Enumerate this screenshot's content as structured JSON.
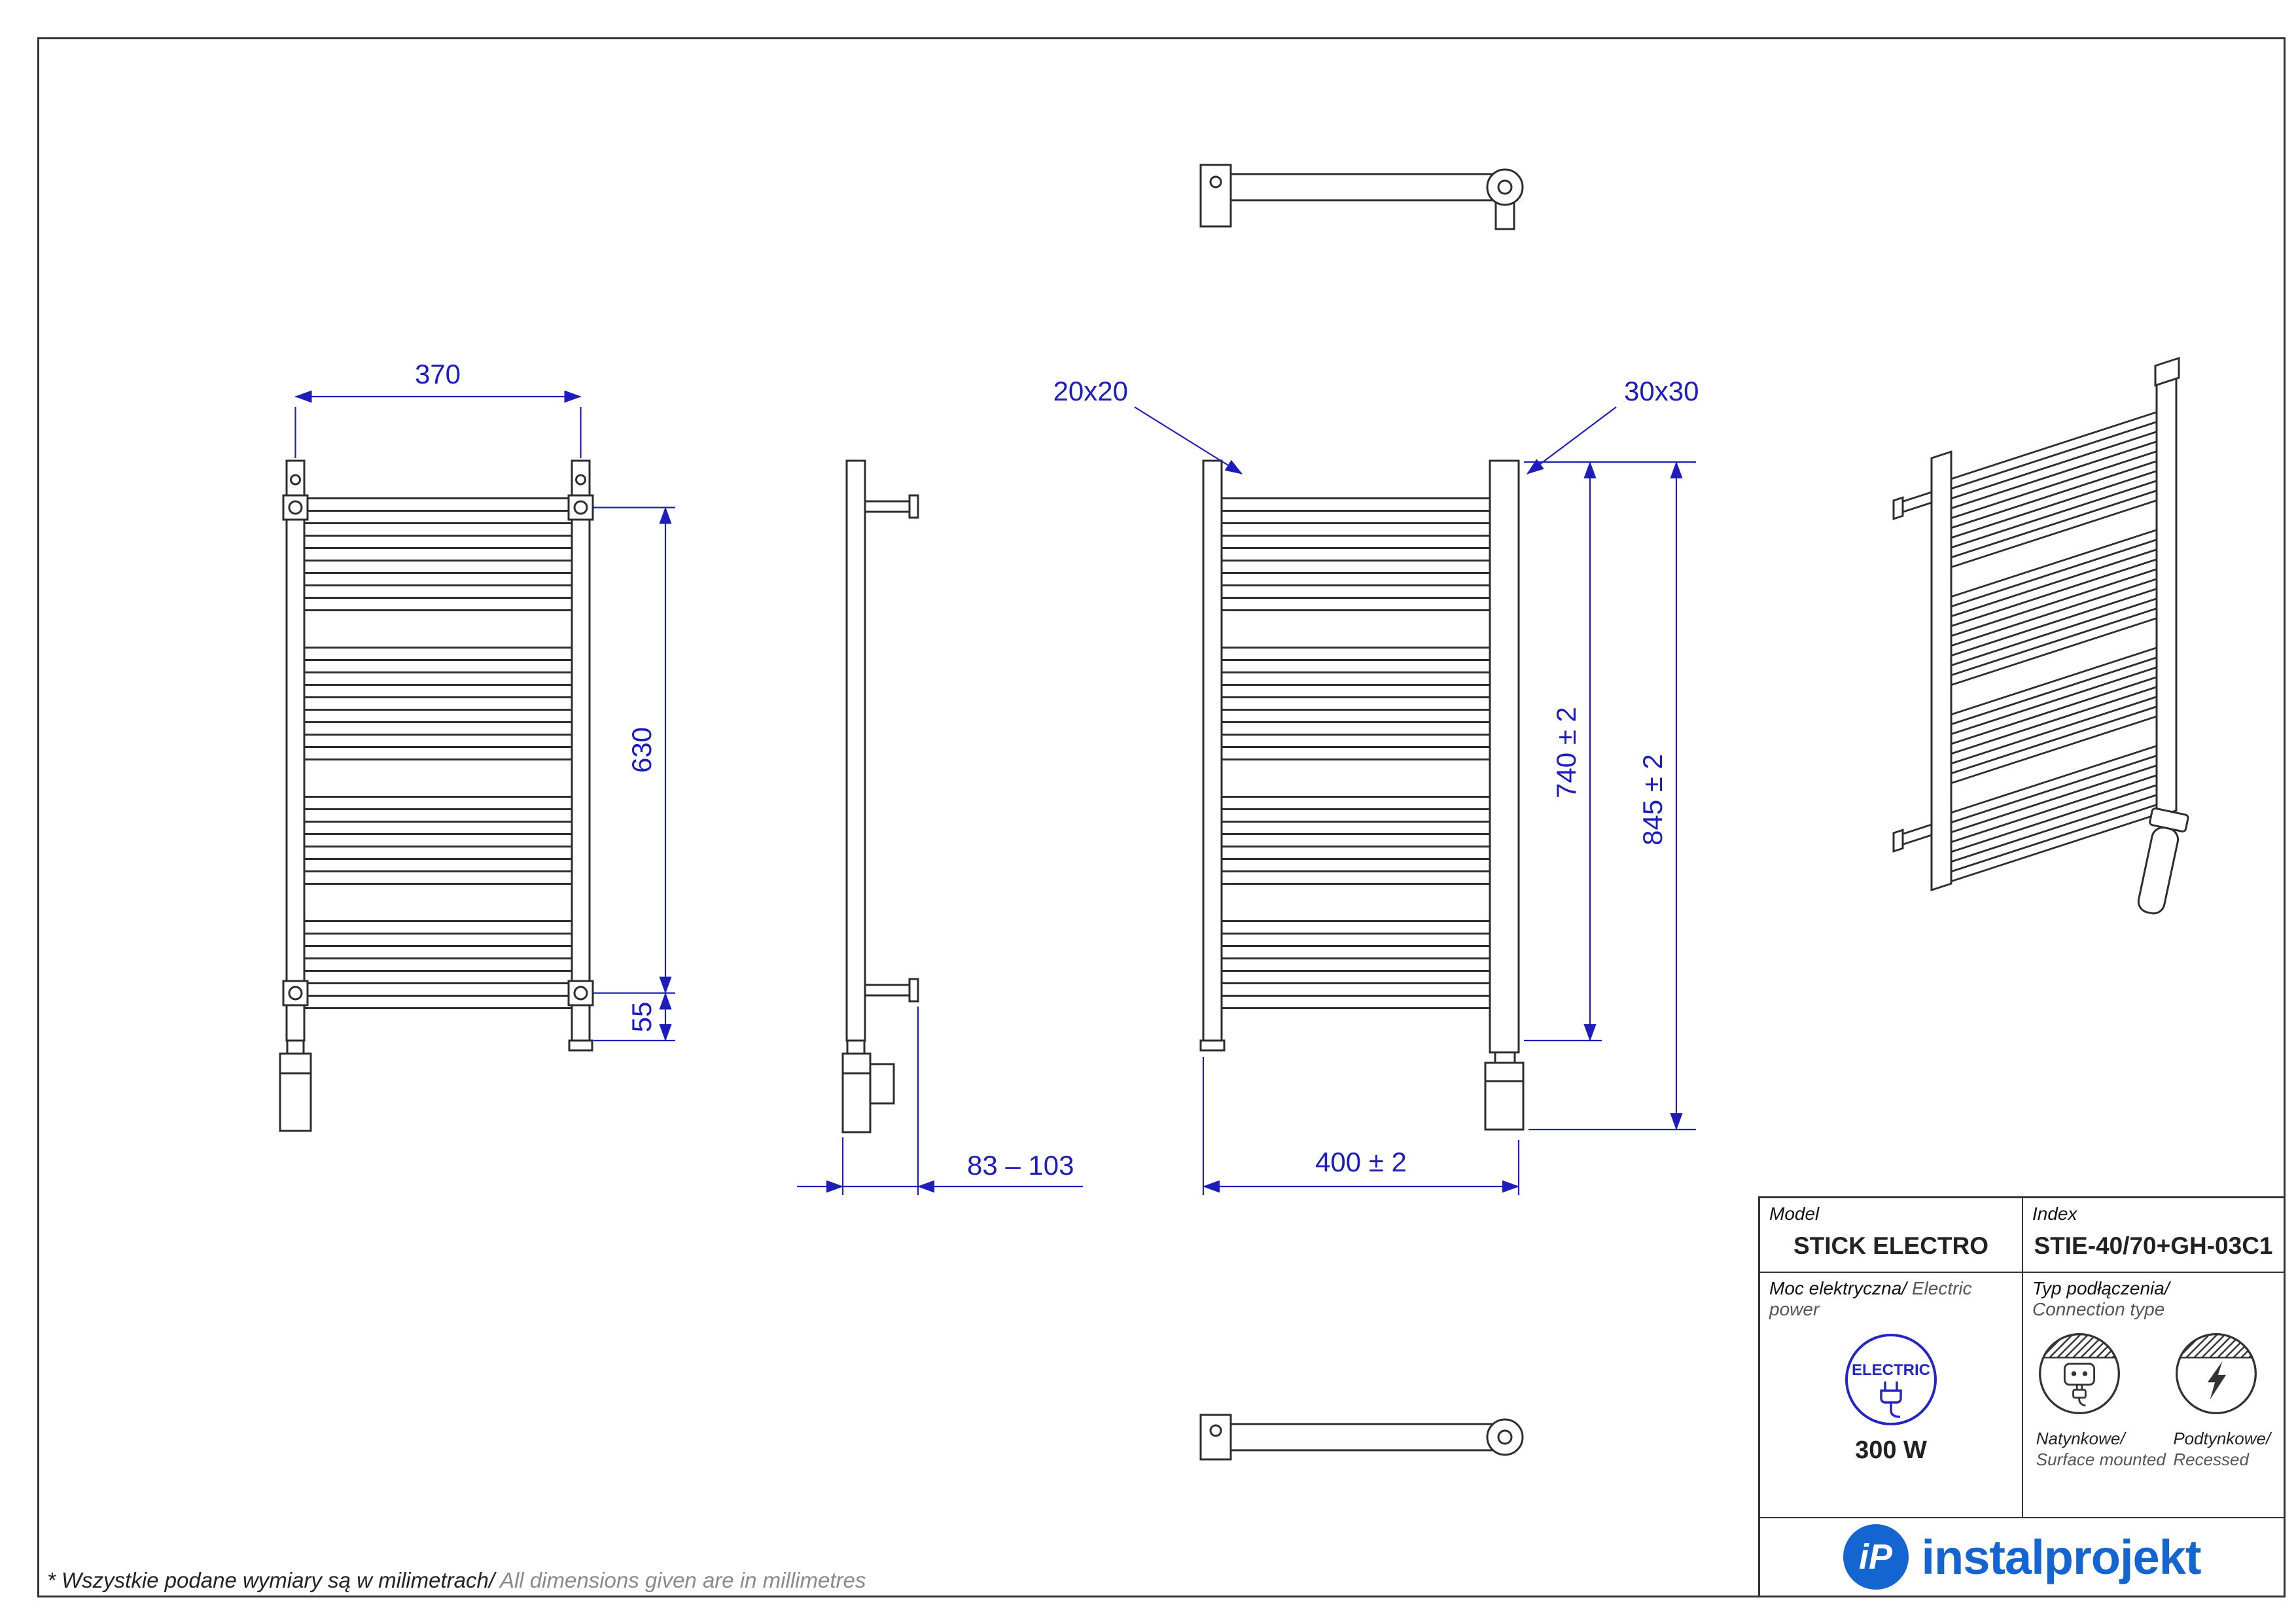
{
  "colors": {
    "dimension_blue": "#1d1dbb",
    "line_dark": "#2d2d2d",
    "brand_blue": "#1565d0"
  },
  "dims": {
    "front_width": "370",
    "bracket_span": "630",
    "bracket_offset": "55",
    "wall_distance": "83 – 103",
    "rung_profile": "20x20",
    "collector_profile": "30x30",
    "tube_height": "740 ± 2",
    "total_height": "845 ± 2",
    "total_width": "400  ± 2"
  },
  "titleblock": {
    "model_label": "Model",
    "index_label": "Index",
    "model_value": "STICK ELECTRO",
    "index_value": "STIE-40/70+GH-03C1",
    "power_label_pl": "Moc elektryczna/",
    "power_label_en": " Electric power",
    "connection_label_pl": "Typ podłączenia/",
    "connection_label_en": "Connection type",
    "electric_badge": "ELECTRIC",
    "power_value": "300 W",
    "surface_pl": "Natynkowe/",
    "surface_en": "Surface mounted",
    "recessed_pl": "Podtynkowe/",
    "recessed_en": "Recessed"
  },
  "logo": {
    "monogram": "iP",
    "name": "instalprojekt"
  },
  "footnote": {
    "pl": "* Wszystkie podane wymiary są w milimetrach/",
    "en": " All dimensions given are in millimetres"
  }
}
